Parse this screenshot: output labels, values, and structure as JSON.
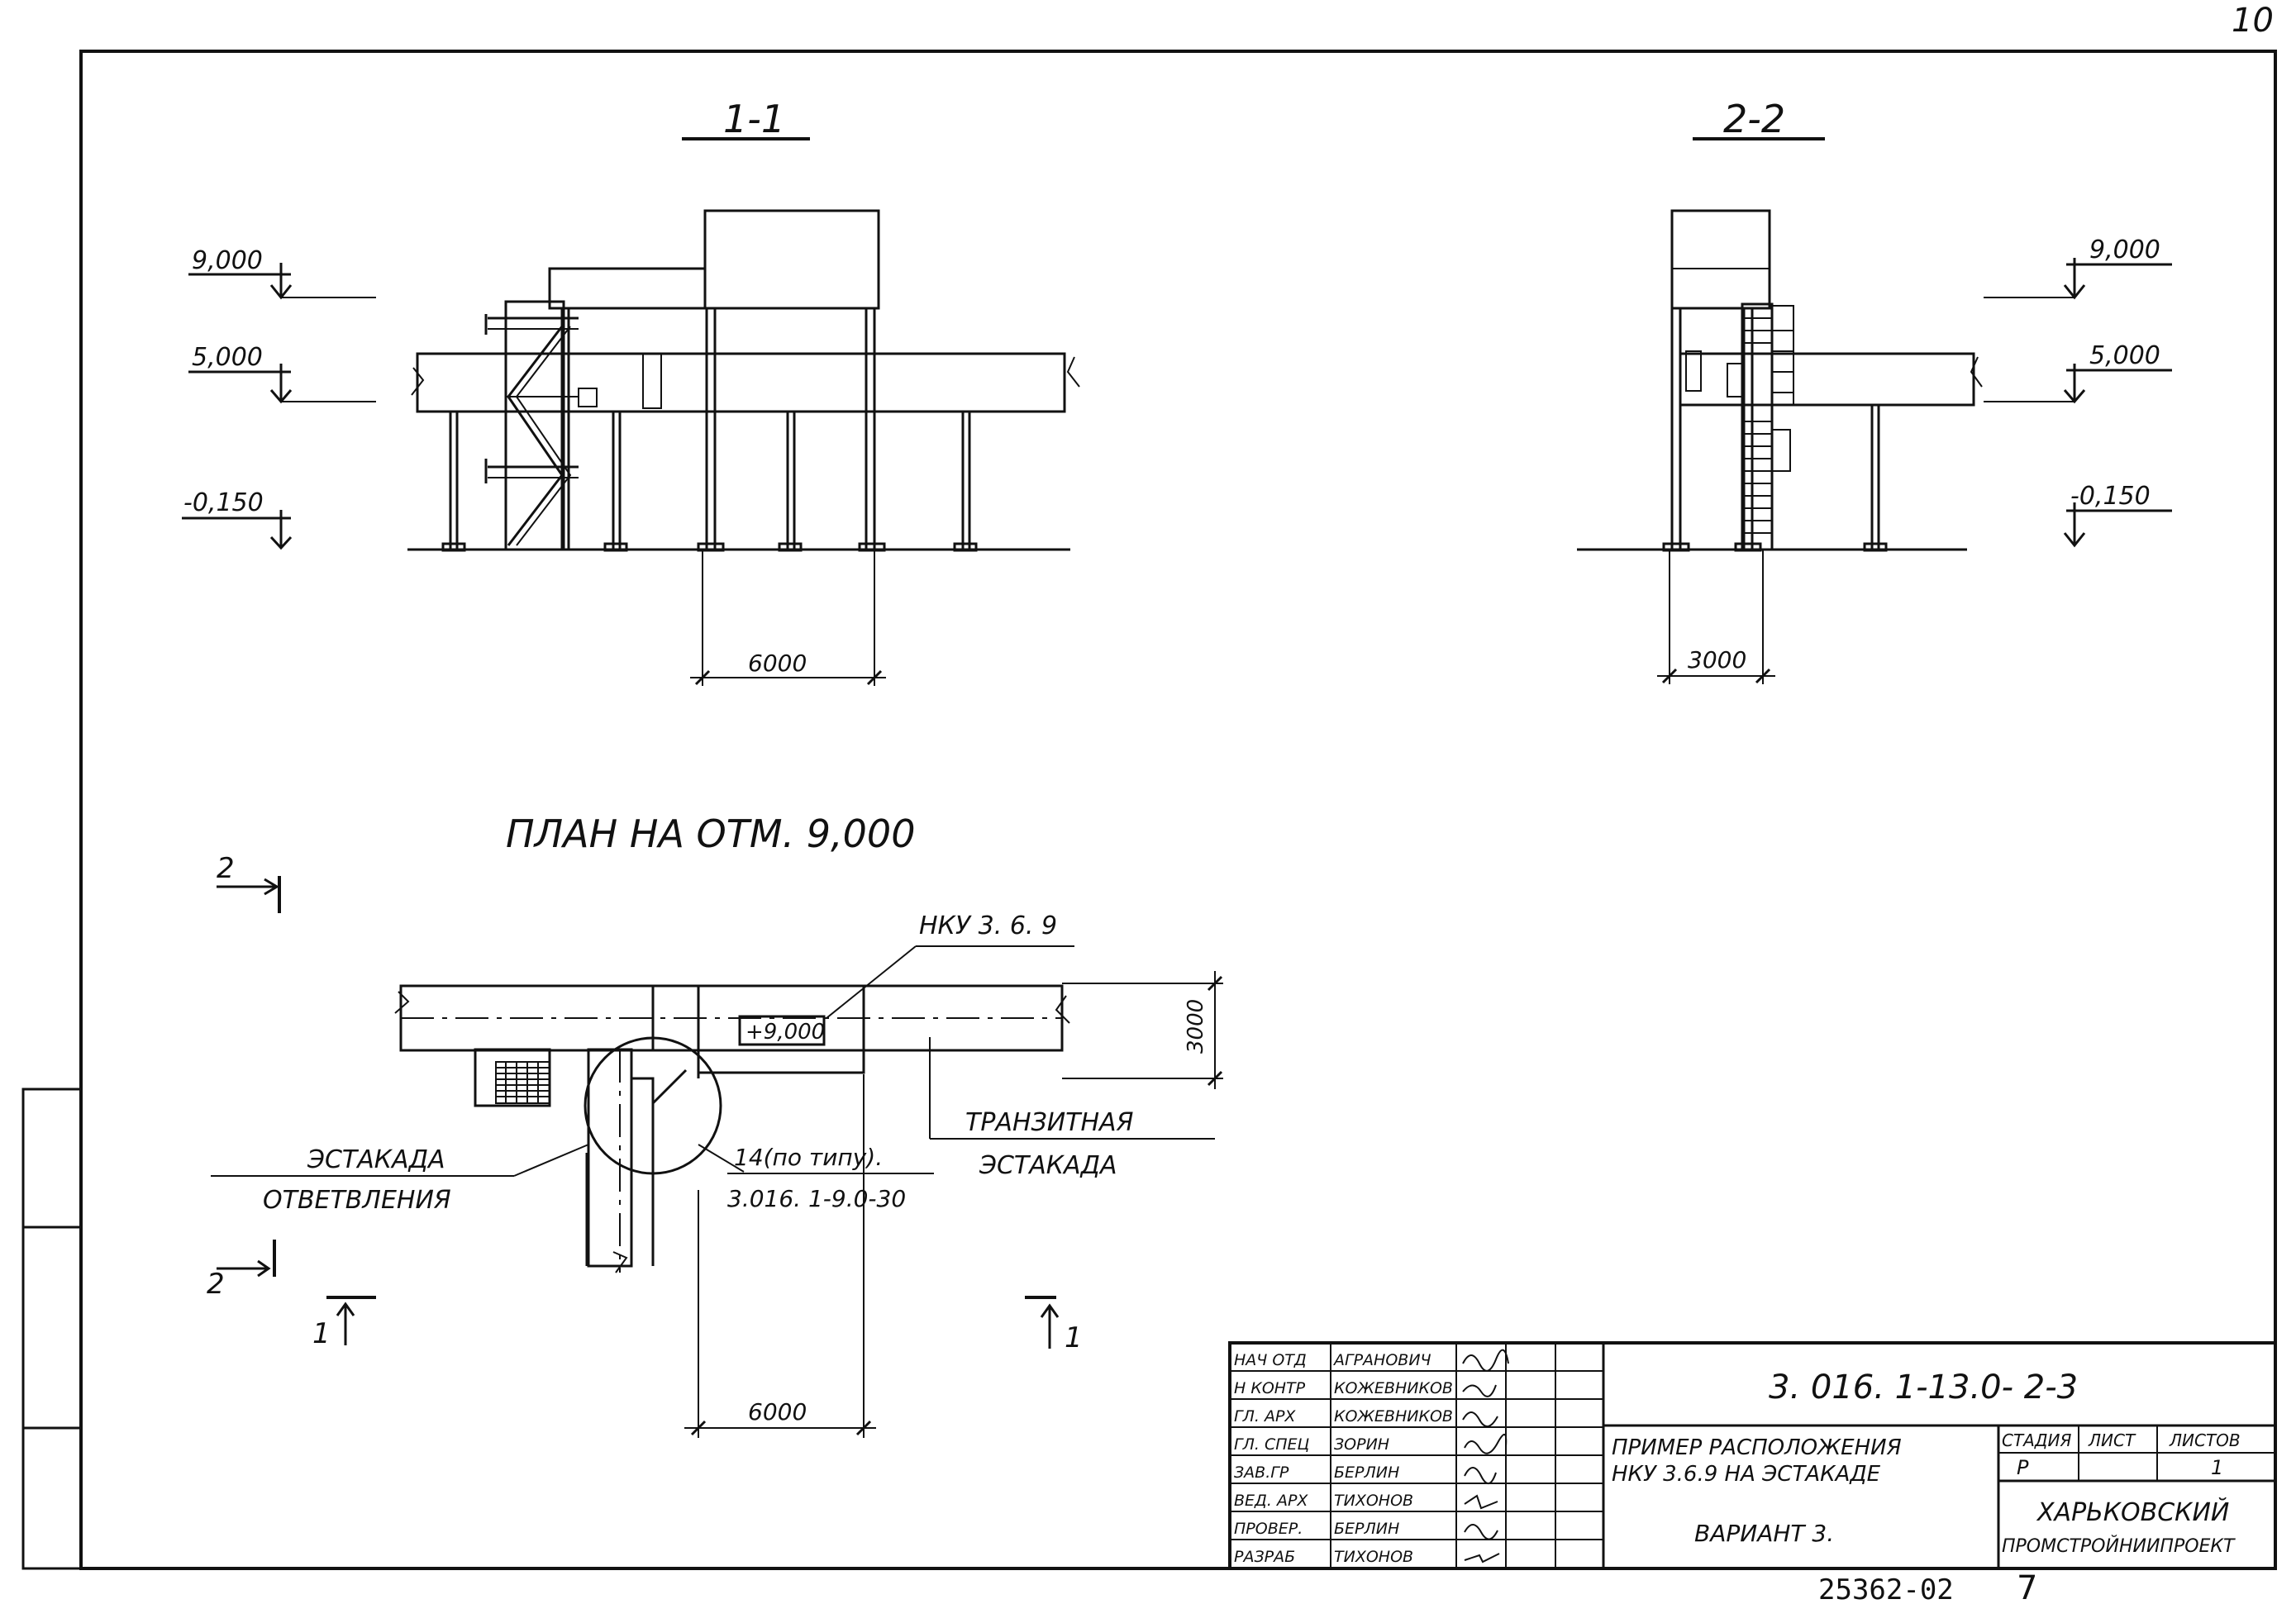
{
  "sheet": {
    "corner_number": "10",
    "footer_number": "25362-02",
    "footer_page": "7"
  },
  "section_1": {
    "title": "1-1",
    "levels": [
      "9,000",
      "5,000",
      "-0,150"
    ],
    "dimension": "6000"
  },
  "section_2": {
    "title": "2-2",
    "levels": [
      "9,000",
      "5,000",
      "-0,150"
    ],
    "dimension": "3000"
  },
  "plan": {
    "title": "ПЛАН НА ОТМ. 9,000",
    "unit_label": "НКУ 3. 6. 9",
    "elevation_box": "+9,000",
    "dim_vertical": "3000",
    "dim_horizontal": "6000",
    "transit_label_1": "ТРАНЗИТНАЯ",
    "transit_label_2": "ЭСТАКАДА",
    "branch_label_1": "ЭСТАКАДА",
    "branch_label_2": "ОТВЕТВЛЕНИЯ",
    "node_label_1": "14(по типу).",
    "node_label_2": "3.016. 1-9.0-30",
    "cut_2_top": "2",
    "cut_2_bottom": "2",
    "cut_1_left": "1",
    "cut_1_right": "1"
  },
  "title_block": {
    "code": "3. 016. 1-13.0- 2-3",
    "description_1": "ПРИМЕР РАСПОЛОЖЕНИЯ",
    "description_2": "НКУ 3.6.9  НА ЭСТАКАДЕ",
    "variant": "ВАРИАНТ 3.",
    "stage_header": "СТАДИЯ",
    "sheet_header": "ЛИСТ",
    "sheets_header": "ЛИСТОВ",
    "stage": "Р",
    "sheet": "",
    "sheets": "1",
    "org_1": "ХАРЬКОВСКИЙ",
    "org_2": "ПРОМСТРОЙНИИПРОЕКТ",
    "staff": [
      {
        "role": "НАЧ ОТД",
        "name": "АГРАНОВИЧ"
      },
      {
        "role": "Н КОНТР",
        "name": "КОЖЕВНИКОВ"
      },
      {
        "role": "ГЛ. АРХ",
        "name": "КОЖЕВНИКОВ"
      },
      {
        "role": "ГЛ. СПЕЦ",
        "name": "ЗОРИН"
      },
      {
        "role": "ЗАВ.ГР",
        "name": "БЕРЛИН"
      },
      {
        "role": "ВЕД. АРХ",
        "name": "ТИХОНОВ"
      },
      {
        "role": "ПРОВЕР.",
        "name": "БЕРЛИН"
      },
      {
        "role": "РАЗРАБ",
        "name": "ТИХОНОВ"
      }
    ]
  }
}
